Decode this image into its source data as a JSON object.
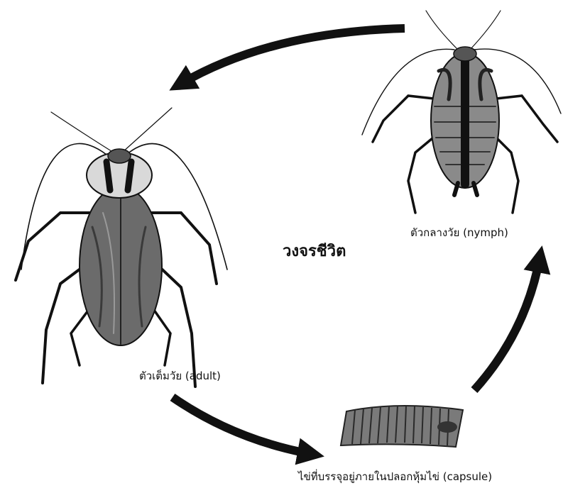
{
  "title": "วงจรชีวิต",
  "stages": {
    "nymph": "ตัวกลางวัย (nymph)",
    "adult": "ตัวเต็มวัย (adult)",
    "capsule": "ไข่ที่บรรจุอยู่ภายในปลอกหุ้มไข่ (capsule)"
  }
}
